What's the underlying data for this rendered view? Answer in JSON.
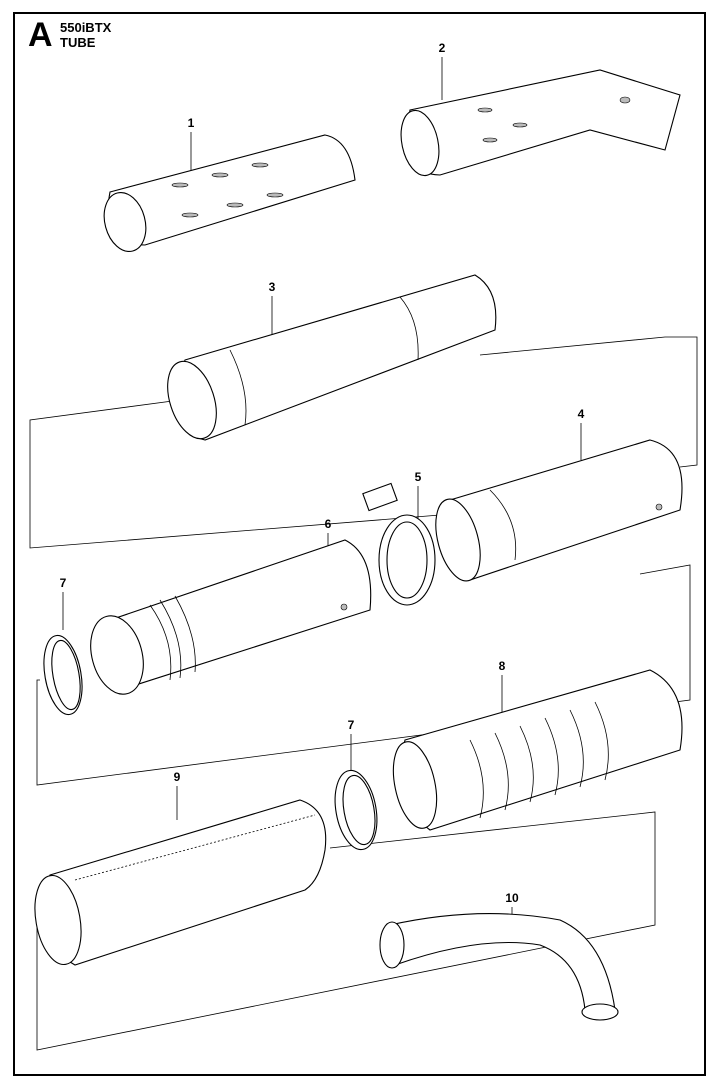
{
  "header": {
    "section_letter": "A",
    "model": "550iBTX",
    "title": "TUBE"
  },
  "callouts": [
    {
      "number": "1",
      "part": "tube-section"
    },
    {
      "number": "2",
      "part": "nozzle-flat"
    },
    {
      "number": "3",
      "part": "tube-long"
    },
    {
      "number": "4",
      "part": "tube-connector"
    },
    {
      "number": "5",
      "part": "hose-clamp"
    },
    {
      "number": "6",
      "part": "tube-grip"
    },
    {
      "number": "7",
      "part": "ring"
    },
    {
      "number": "8",
      "part": "flex-hose"
    },
    {
      "number": "7",
      "part": "ring"
    },
    {
      "number": "9",
      "part": "collection-bag"
    },
    {
      "number": "10",
      "part": "elbow"
    }
  ]
}
